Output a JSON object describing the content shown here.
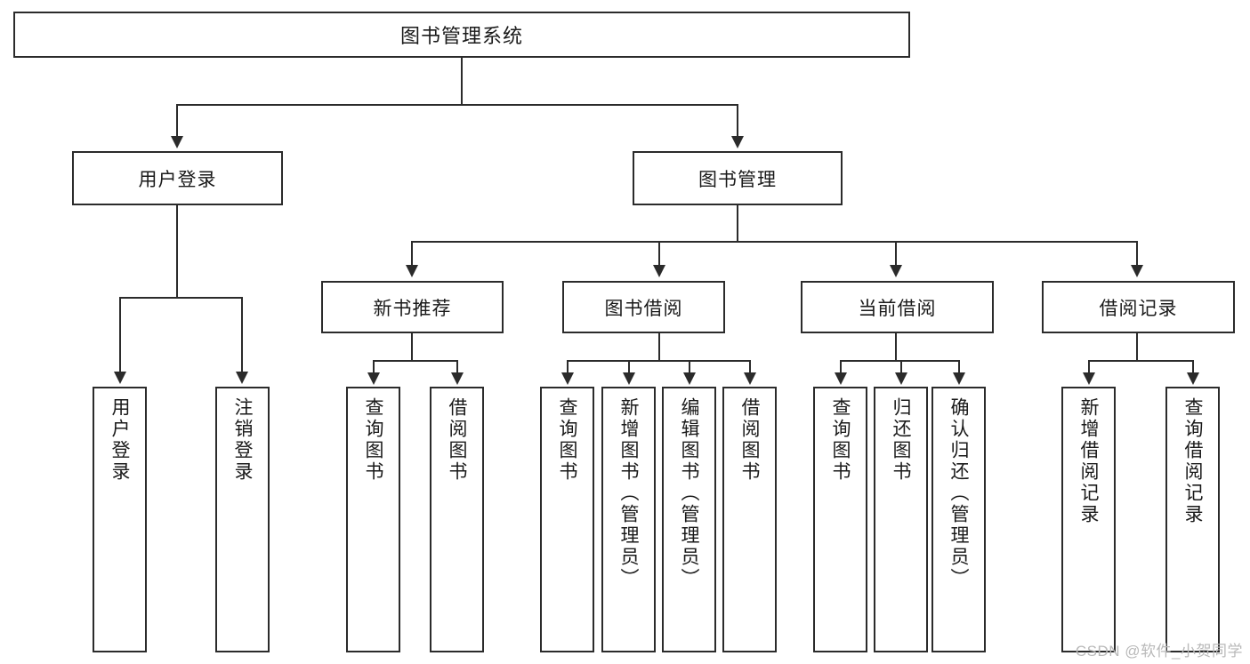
{
  "diagram": {
    "type": "tree-hierarchy-chart",
    "title": "图书管理系统",
    "colors": {
      "stroke": "#2b2b2b",
      "background": "#ffffff",
      "text": "#1a1a1a",
      "watermark": "#b9b9b9"
    },
    "levels": {
      "root": {
        "label": "图书管理系统"
      },
      "level2": [
        {
          "label": "用户登录"
        },
        {
          "label": "图书管理"
        }
      ],
      "level3": [
        {
          "label": "新书推荐"
        },
        {
          "label": "图书借阅"
        },
        {
          "label": "当前借阅"
        },
        {
          "label": "借阅记录"
        }
      ],
      "leaves": {
        "user_login": [
          {
            "label": "用户登录"
          },
          {
            "label": "注销登录"
          }
        ],
        "new_book_recommend": [
          {
            "label": "查询图书"
          },
          {
            "label": "借阅图书"
          }
        ],
        "book_borrow": [
          {
            "label": "查询图书"
          },
          {
            "label": "新增图书（管理员）"
          },
          {
            "label": "编辑图书（管理员）"
          },
          {
            "label": "借阅图书"
          }
        ],
        "current_borrow": [
          {
            "label": "查询图书"
          },
          {
            "label": "归还图书"
          },
          {
            "label": "确认归还（管理员）"
          }
        ],
        "borrow_record": [
          {
            "label": "新增借阅记录"
          },
          {
            "label": "查询借阅记录"
          }
        ]
      }
    }
  },
  "watermark": {
    "text": "CSDN @软件_小贺同学"
  }
}
